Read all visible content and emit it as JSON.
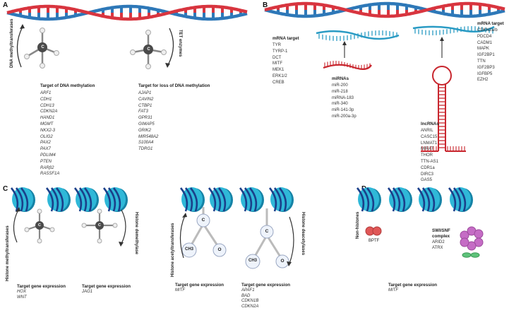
{
  "panels": {
    "a": {
      "label": "A",
      "enzyme_left": "DNA methyltransferases",
      "enzyme_right": "TET enzymes",
      "carbon_left": "C",
      "carbon_right": "C",
      "target_meth_title": "Target of DNA methylation",
      "target_meth_genes": [
        "ARF1",
        "CDH1",
        "CDH13",
        "CDKN2A",
        "HAND1",
        "MGMT",
        "NKX2-3",
        "OLIG2",
        "PAX2",
        "PAX7",
        "PDLIM4",
        "PTEN",
        "RARβ2",
        "RASSF1A"
      ],
      "target_loss_title": "Target for loss of DNA methylation",
      "target_loss_genes": [
        "AJAP1",
        "CAVIN2",
        "CTBP1",
        "FAT3",
        "GPR31",
        "GIMAP5",
        "GRIK2",
        "MIR548A2",
        "S100A4",
        "TDRG1"
      ]
    },
    "b": {
      "label": "B",
      "mrna_left_title": "mRNA target",
      "mrna_left_items": [
        "TYR",
        "TYRP-1",
        "DCT",
        "MITF",
        "MEK1",
        "ERK1/2",
        "CREB"
      ],
      "mirna_title": "miRNAs",
      "mirna_items": [
        "miR-200",
        "miR-218",
        "miRNA-183",
        "miR-340",
        "miR-141-3p",
        "miR-200a-3p"
      ],
      "mrna_right_title": "mRNA target",
      "mrna_right_items": [
        "CDKN2a/b",
        "PDCD4",
        "CADM1",
        "MAPK",
        "IGF2BP1",
        "TTN",
        "IGF2BP3",
        "IGFBP5",
        "EZH2"
      ],
      "lncrna_title": "lncRNAs",
      "lncrna_items": [
        "ANRIL",
        "CASC15",
        "LNMAT1",
        "MIRAT",
        "THOR",
        "TTN-AS1",
        "CDR1a",
        "DIRC3",
        "GAS5"
      ]
    },
    "c": {
      "label": "C",
      "hmt_label": "Histone methyltransferases",
      "hdm_label": "Histone demethylase",
      "hat_label": "Histone acetyltransferases",
      "hdac_label": "Histone deacetylases",
      "carbon": "C",
      "ch3": "CH3",
      "oxygen": "O",
      "gene1_title": "Target gene expression",
      "gene1_items": [
        "HOX",
        "WNT"
      ],
      "gene2_title": "Target gene expression",
      "gene2_items": [
        "JAG1"
      ],
      "gene3_title": "Target gene expression",
      "gene3_items": [
        "MITF"
      ],
      "gene4_title": "Target gene expression",
      "gene4_items": [
        "APAF1",
        "BAD",
        "CDKN1B",
        "CDKN2A"
      ]
    },
    "d": {
      "label": "D",
      "nonhistone_label": "Non-histones",
      "bptf_label": "BPTF",
      "swi_title_1": "SWI/SNF",
      "swi_title_2": "complex",
      "swi_items": [
        "ARID2",
        "ATRX"
      ],
      "gene_title": "Target gene expression",
      "gene_items": [
        "MITF"
      ]
    }
  },
  "colors": {
    "dna_blue": "#2e78b8",
    "dna_red": "#d8353f",
    "nucleosome": "#2fb8d8",
    "nucleosome_dark": "#1683a6",
    "dna_wrap": "#1b3f8a",
    "carbon_dark": "#4a4a4a",
    "hairpin_red": "#c8262e",
    "mrna_teal": "#2a9bc4",
    "bptf": "#e05757",
    "swi_purple": "#c56cc5",
    "swi_green": "#5ec37a"
  },
  "icons": [
    "dna-helix-icon",
    "carbon-atom-icon",
    "nucleosome-icon",
    "mirna-icon",
    "hairpin-icon",
    "protein-complex-icon"
  ]
}
